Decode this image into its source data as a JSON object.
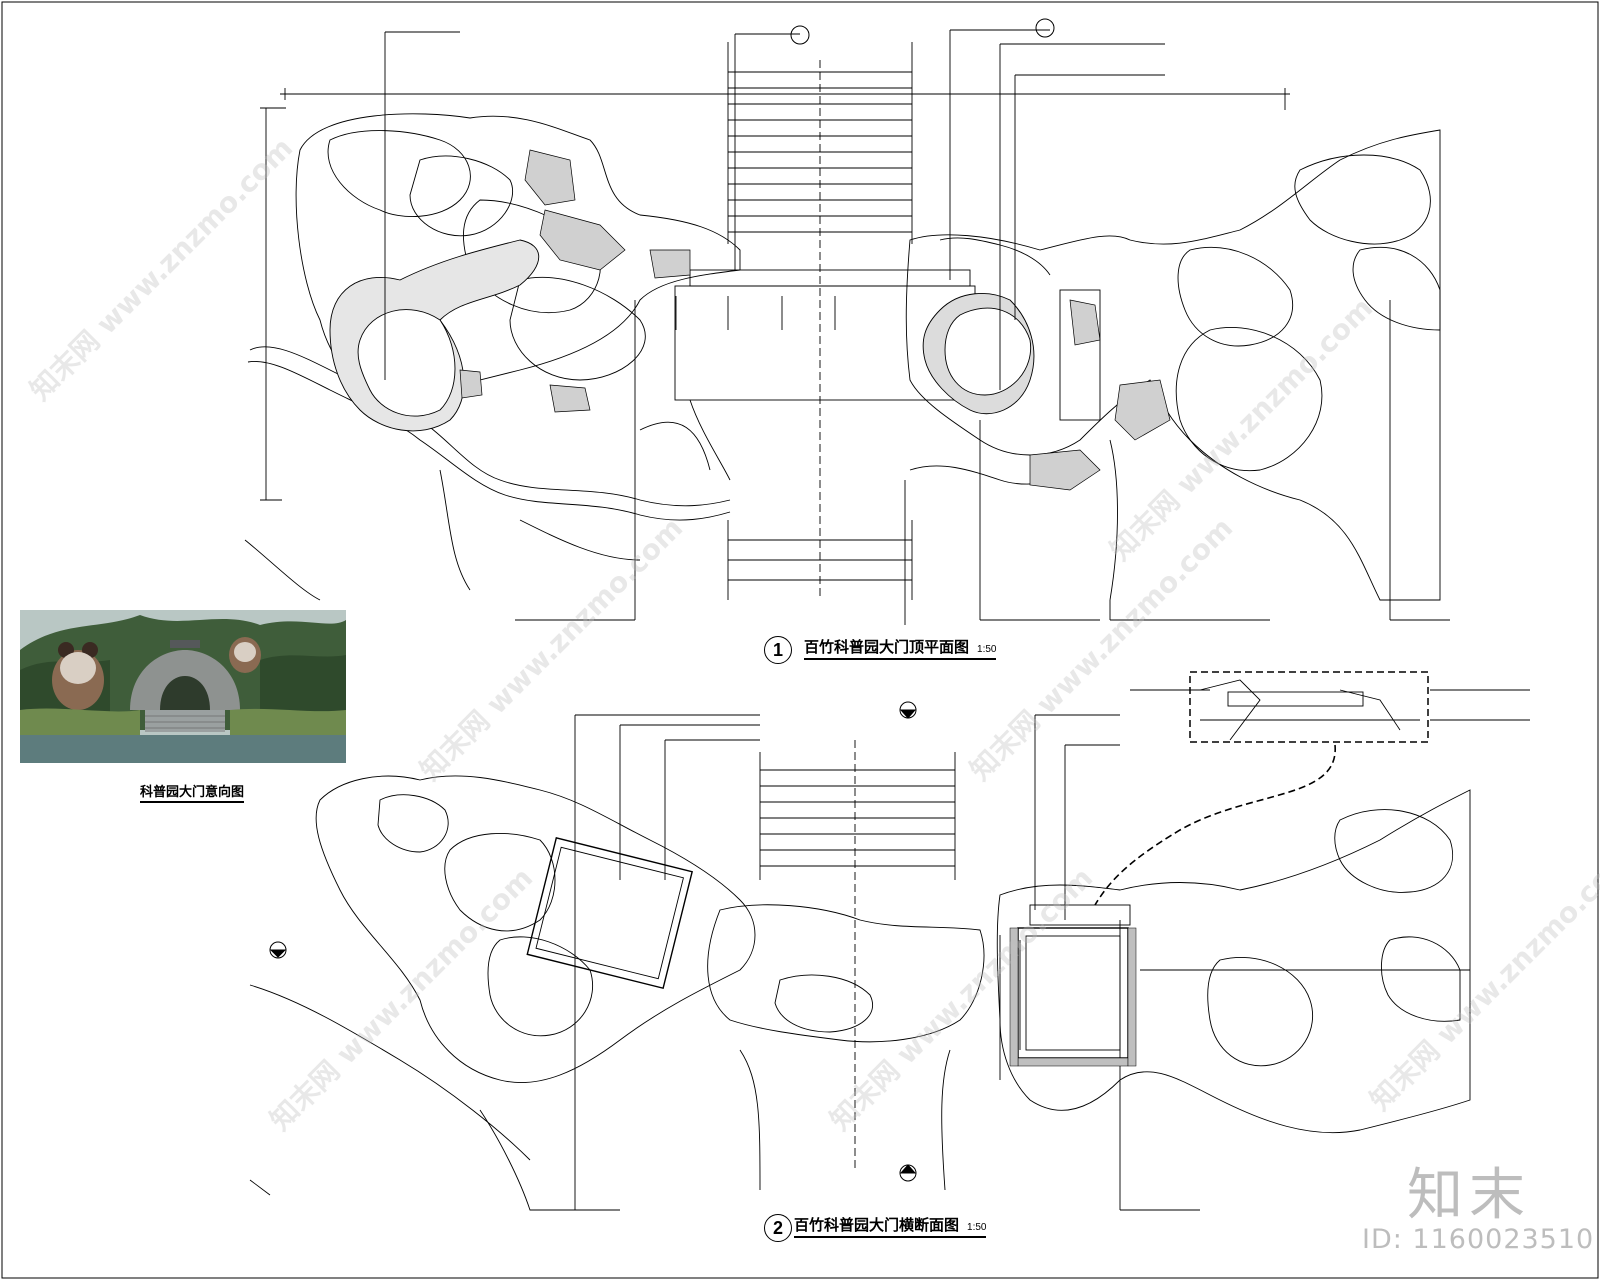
{
  "drawing": {
    "plan_number": "1",
    "plan_title": "百竹科普园大门顶平面图",
    "plan_scale": "1:50",
    "section_number": "2",
    "section_title": "百竹科普园大门横断面图",
    "section_scale": "1:50"
  },
  "reference": {
    "caption": "科普园大门意向图"
  },
  "branding": {
    "logo_text": "知末",
    "id_text": "ID: 1160023510"
  },
  "watermarks": [
    "知末网 www.znzmo.com"
  ],
  "colors": {
    "line": "#000000",
    "watermark": "#bdbdbd",
    "photo_sky": "#b9c7c4",
    "photo_trees": "#3f5d3a",
    "photo_water": "#5d7c7d"
  }
}
